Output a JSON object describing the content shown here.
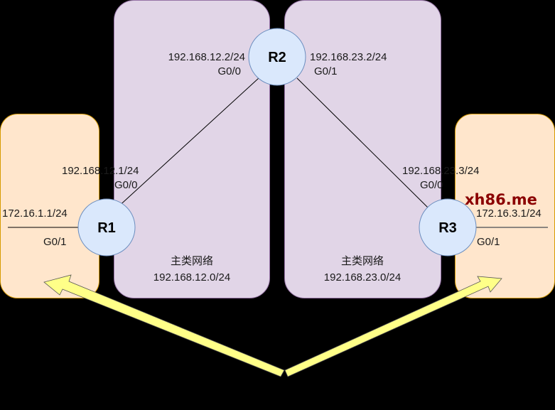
{
  "colors": {
    "background": "#000000",
    "major_network_fill": "#e1d5e7",
    "major_network_stroke": "#9673a6",
    "edge_network_fill": "#ffe6cc",
    "edge_network_stroke": "#d79b00",
    "router_fill": "#dae8fc",
    "router_stroke": "#6c8ebf",
    "arrow_fill": "#ffff88",
    "watermark": "#8b0000"
  },
  "networks": [
    {
      "id": "net-12",
      "title": "主类网络",
      "subnet": "192.168.12.0/24"
    },
    {
      "id": "net-23",
      "title": "主类网络",
      "subnet": "192.168.23.0/24"
    }
  ],
  "routers": [
    {
      "name": "R1",
      "interfaces": [
        {
          "port": "G0/0",
          "ip": "192.168.12.1/24"
        },
        {
          "port": "G0/1",
          "ip": "172.16.1.1/24"
        }
      ]
    },
    {
      "name": "R2",
      "interfaces": [
        {
          "port": "G0/0",
          "ip": "192.168.12.2/24"
        },
        {
          "port": "G0/1",
          "ip": "192.168.23.2/24"
        }
      ]
    },
    {
      "name": "R3",
      "interfaces": [
        {
          "port": "G0/0",
          "ip": "192.168.23.3/24"
        },
        {
          "port": "G0/1",
          "ip": "172.16.3.1/24"
        }
      ]
    }
  ],
  "watermark": "xh86.me"
}
